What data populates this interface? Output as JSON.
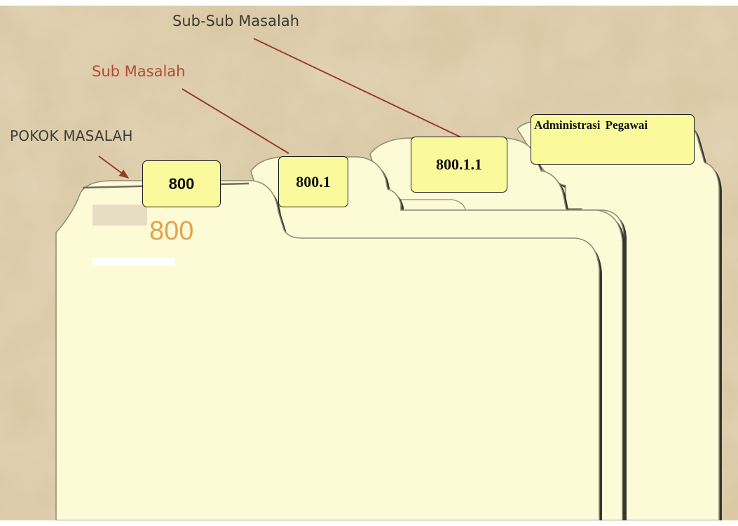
{
  "captions": {
    "sub_sub": "Sub-Sub Masalah",
    "sub": "Sub Masalah",
    "pokok": "POKOK MASALAH"
  },
  "tabs": {
    "pokok_code": "800",
    "sub_code": "800.1",
    "sub_sub_code": "800.1.1",
    "sub_sub_sub_title": "Administrasi  Pegawai"
  },
  "folder_label": "800",
  "colors": {
    "background": "#d8c6a0",
    "folder": "#fcfbd6",
    "tab_box": "#fafa9d",
    "arrow": "#9a3a2a",
    "caption_sub": "#b24a36",
    "folder_number": "#e5a250"
  }
}
